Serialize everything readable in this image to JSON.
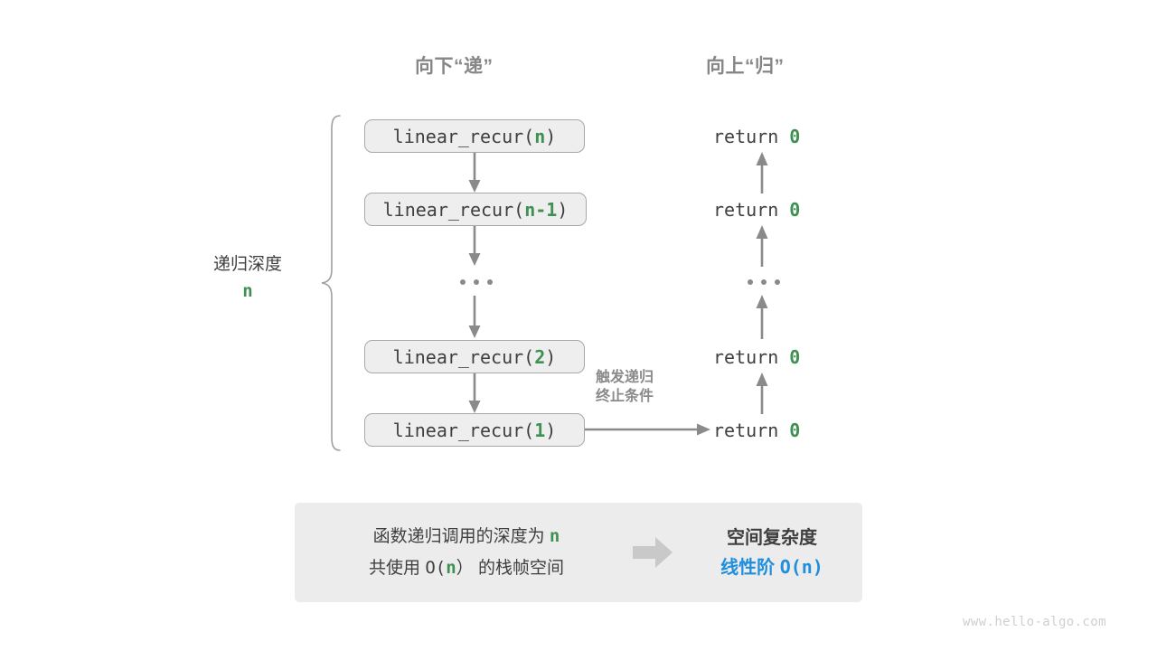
{
  "page": {
    "background": "#ffffff",
    "watermark": "www.hello-algo.com"
  },
  "colors": {
    "green": "#3e9152",
    "blue": "#1f8fdd",
    "gray_text": "#3f3f3f",
    "gray_muted": "#868686",
    "arrow": "#8a8a8a",
    "box_fill": "#eeeeee",
    "box_border": "#a8a8a8",
    "panel_fill": "#ececec",
    "block_arrow": "#c9c9c9"
  },
  "headers": {
    "down": "向下“递”",
    "up": "向上“归”"
  },
  "depth": {
    "label": "递归深度",
    "value": "n"
  },
  "calls": [
    {
      "name": "linear_recur(",
      "arg": "n",
      "close": ")"
    },
    {
      "name": "linear_recur(",
      "arg": "n-1",
      "close": ")"
    },
    {
      "name": "linear_recur(",
      "arg": "2",
      "close": ")"
    },
    {
      "name": "linear_recur(",
      "arg": "1",
      "close": ")"
    }
  ],
  "returns": [
    {
      "keyword": "return",
      "value": "0"
    },
    {
      "keyword": "return",
      "value": "0"
    },
    {
      "keyword": "return",
      "value": "0"
    },
    {
      "keyword": "return",
      "value": "0"
    }
  ],
  "mid_note": {
    "line1": "触发递归",
    "line2": "终止条件"
  },
  "summary": {
    "left_line1_a": "函数递归调用的深度为",
    "left_line1_b": "n",
    "left_line2_a": "共使用",
    "left_line2_b": "O(",
    "left_line2_c": "n",
    "left_line2_d": "）",
    "left_line2_e": "的栈帧空间",
    "arrow_icon": "right-block-arrow",
    "right_title": "空间复杂度",
    "right_value_a": "线性阶",
    "right_value_b": "O(n)"
  }
}
